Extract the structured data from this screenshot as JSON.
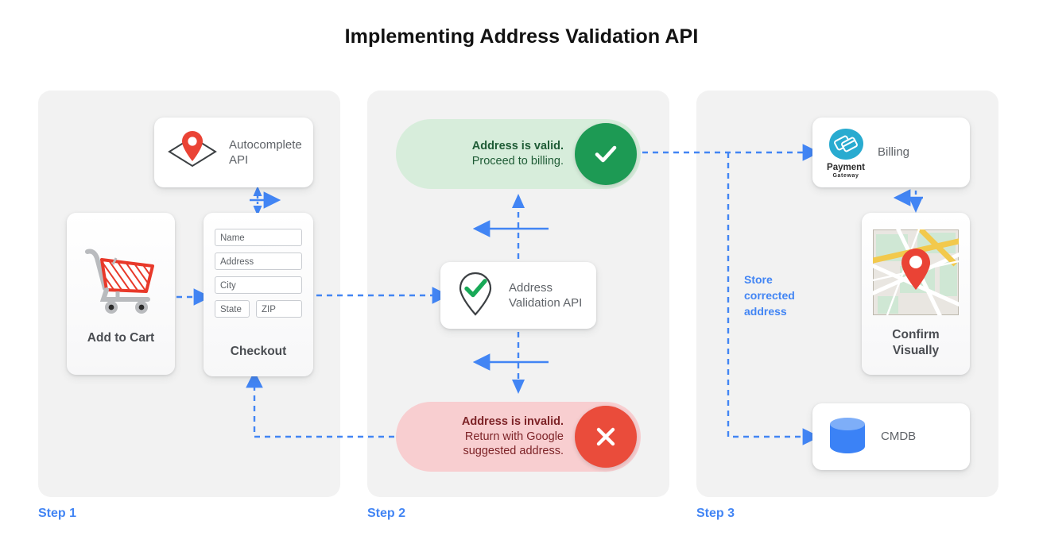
{
  "title": "Implementing Address Validation API",
  "theme": {
    "accent_blue": "#4285f4",
    "panel_bg": "#f2f2f2",
    "valid_pill_bg": "#d7eddb",
    "valid_badge": "#1d9a54",
    "invalid_pill_bg": "#f8ced0",
    "invalid_badge": "#ea4c3b",
    "pin_red": "#ea4335",
    "cmdb_blue": "#3b82f6",
    "payment_cyan": "#29abd0"
  },
  "steps": [
    {
      "label": "Step 1"
    },
    {
      "label": "Step 2"
    },
    {
      "label": "Step 3"
    }
  ],
  "step1": {
    "autocomplete": {
      "label": "Autocomplete\nAPI",
      "icon": "map-pin-diamond-icon"
    },
    "cart": {
      "title": "Add to Cart",
      "icon": "shopping-cart-icon"
    },
    "checkout": {
      "title": "Checkout",
      "fields": [
        {
          "name": "name",
          "placeholder": "Name"
        },
        {
          "name": "address",
          "placeholder": "Address"
        },
        {
          "name": "city",
          "placeholder": "City"
        }
      ],
      "field_row": [
        {
          "name": "state",
          "placeholder": "State"
        },
        {
          "name": "zip",
          "placeholder": "ZIP"
        }
      ]
    }
  },
  "step2": {
    "valid": {
      "headline": "Address is valid.",
      "detail": "Proceed to billing.",
      "badge_icon": "check-icon"
    },
    "validation_api": {
      "label": "Address\nValidation API",
      "icon": "pin-check-icon"
    },
    "invalid": {
      "headline": "Address is invalid.",
      "detail": "Return with Google\nsuggested address.",
      "badge_icon": "close-icon"
    }
  },
  "step3": {
    "billing": {
      "label": "Billing",
      "icon": "payment-gateway-icon",
      "logo_top": "Payment",
      "logo_bottom": "Gateway"
    },
    "confirm": {
      "title": "Confirm\nVisually",
      "icon": "map-thumbnail-icon"
    },
    "cmdb": {
      "label": "CMDB",
      "icon": "database-icon"
    },
    "store_note": "Store\ncorrected\naddress"
  }
}
